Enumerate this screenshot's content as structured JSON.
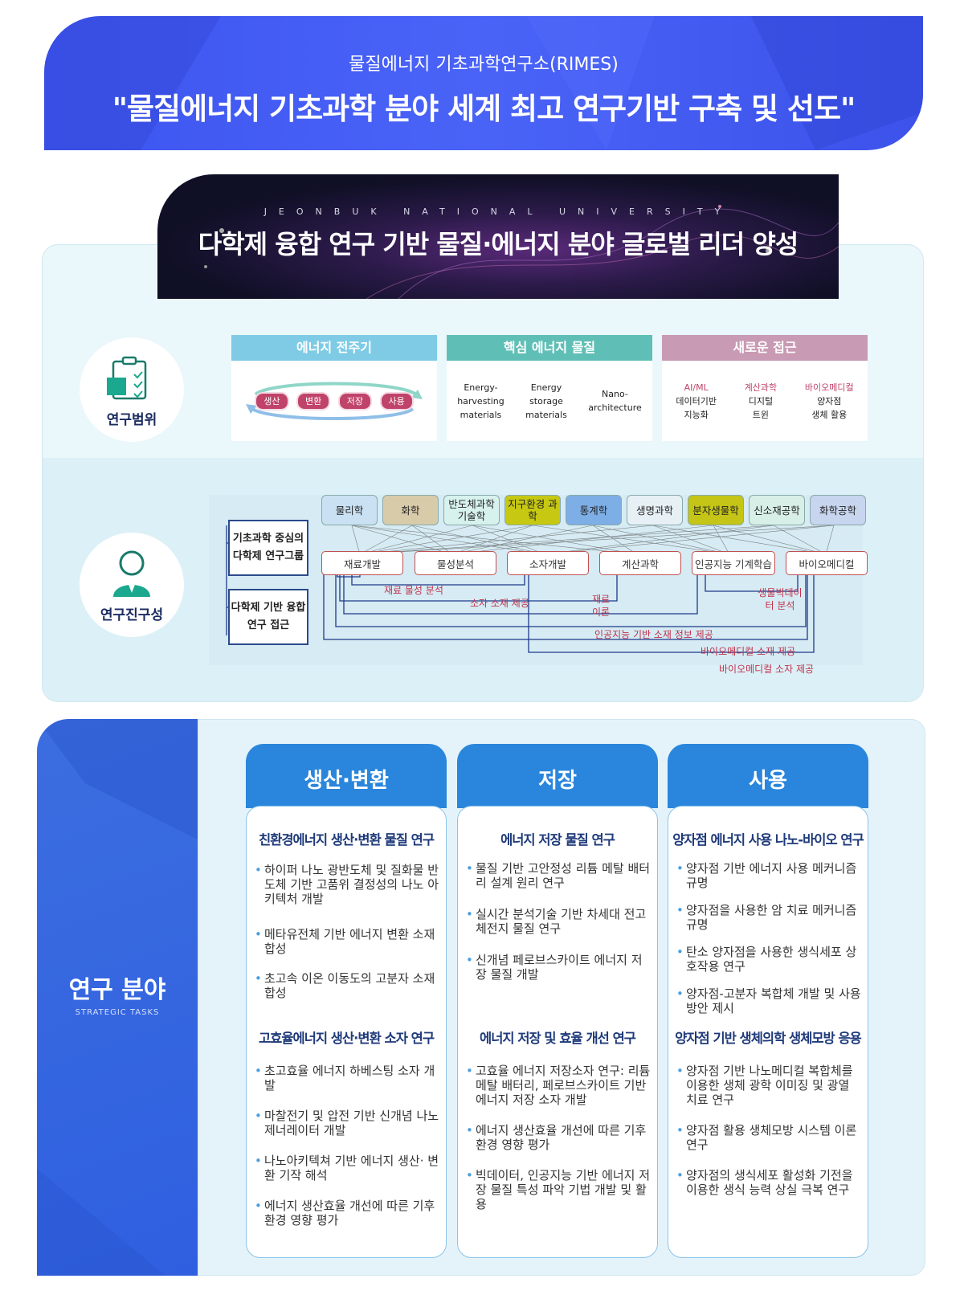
{
  "hero": {
    "subtitle": "물질에너지 기초과학연구소(RIMES)",
    "title": "\"물질에너지 기초과학 분야 세계 최고 연구기반 구축 및 선도\""
  },
  "banner": {
    "tag": "JEONBUK NATIONAL UNIVERSITY",
    "title": "다학제 융합 연구 기반 물질·에너지 분야 글로벌 리더 양성"
  },
  "scope": {
    "label": "연구범위",
    "categories": [
      {
        "title": "에너지 전주기",
        "color": "#7fcbe6",
        "pills": [
          "생산",
          "변환",
          "저장",
          "사용"
        ]
      },
      {
        "title": "핵심 에너지 물질",
        "color": "#5fbfb6",
        "items": [
          [
            "Energy-",
            "harvesting",
            "materials"
          ],
          [
            "Energy",
            "storage",
            "materials"
          ],
          [
            "Nano-",
            "architecture"
          ]
        ]
      },
      {
        "title": "새로운 접근",
        "color": "#c99ab4",
        "items": [
          [
            "AI/ML",
            "데이터기반",
            "지능화"
          ],
          [
            "계산과학",
            "디지털",
            "트윈"
          ],
          [
            "바이오메디컬",
            "양자점",
            "생체 활용"
          ]
        ]
      }
    ]
  },
  "structure": {
    "label": "연구진구성",
    "groups": [
      "기초과학 중심의 다학제 연구그룹",
      "다학제 기반 융합연구 접근"
    ],
    "disciplines": [
      {
        "label": "물리학",
        "color": "#c9e1f2"
      },
      {
        "label": "화학",
        "color": "#d8cbaa"
      },
      {
        "label": "반도체과학 기술학",
        "color": "#d7f1ec"
      },
      {
        "label": "지구환경 과학",
        "color": "#c6c811"
      },
      {
        "label": "통계학",
        "color": "#7eaee6"
      },
      {
        "label": "생명과학",
        "color": "#e6f0f5"
      },
      {
        "label": "분자생물학",
        "color": "#c4c516"
      },
      {
        "label": "신소재공학",
        "color": "#d7efe6"
      },
      {
        "label": "화학공학",
        "color": "#c7d5ef"
      }
    ],
    "roles": [
      "재료개발",
      "물성분석",
      "소자개발",
      "계산과학",
      "인공지능 기계학습",
      "바이오메디컬"
    ],
    "flows": [
      "재료 물성 분석",
      "소자 소재 제공",
      "재료 이론",
      "생물빅데이터 분석",
      "인공지능 기반 소재 정보 제공",
      "바이오메디컬 소재 제공",
      "바이오메디컬 소자 제공"
    ]
  },
  "tasks": {
    "title": "연구 분야",
    "subtitle": "STRATEGIC TASKS",
    "columns": [
      {
        "title": "생산·변환",
        "sections": [
          {
            "heading": "친환경에너지 생산·변환 물질 연구",
            "items": [
              "하이퍼 나노 광반도체 및 질화물 반도체 기반 고품위 결정성의 나노 아키텍처 개발",
              "메타유전체 기반 에너지 변환 소재 합성",
              "초고속 이온 이동도의 고분자 소재 합성"
            ]
          },
          {
            "heading": "고효율에너지 생산·변환 소자 연구",
            "items": [
              "초고효율 에너지 하베스팅 소자 개발",
              "마찰전기 및 압전 기반 신개념 나노제너레이터 개발",
              "나노아키텍쳐 기반 에너지 생산· 변환 기작 해석",
              "에너지 생산효율 개선에 따른 기후환경 영향 평가"
            ]
          }
        ]
      },
      {
        "title": "저장",
        "sections": [
          {
            "heading": "에너지 저장 물질 연구",
            "items": [
              "물질 기반 고안정성 리튬 메탈 배터리 설계 원리 연구",
              "실시간 분석기술 기반 차세대 전고체전지 물질 연구",
              "신개념 페로브스카이트 에너지 저장 물질 개발"
            ]
          },
          {
            "heading": "에너지 저장 및 효율 개선 연구",
            "items": [
              "고효율 에너지 저장소자 연구: 리튬 메탈 배터리, 페로브스카이트 기반 에너지 저장 소자 개발",
              "에너지 생산효율 개선에 따른 기후환경 영향 평가",
              "빅데이터, 인공지능 기반 에너지 저장 물질 특성 파악 기법 개발 및 활용"
            ]
          }
        ]
      },
      {
        "title": "사용",
        "sections": [
          {
            "heading": "양자점 에너지 사용 나노-바이오 연구",
            "items": [
              "양자점 기반 에너지 사용 메커니즘 규명",
              "양자점을 사용한 암 치료 메커니즘 규명",
              "탄소 양자점을 사용한 생식세포 상호작용 연구",
              "양자점-고분자 복합체 개발 및 사용 방안 제시"
            ]
          },
          {
            "heading": "양자점 기반 생체의학 생체모방 응용",
            "items": [
              "양자점 기반 나노메디컬 복합체를 이용한 생체 광학 이미징 및 광열 치료 연구",
              "양자점 활용 생체모방 시스템 이론 연구",
              "양자점의 생식세포 활성화 기전을 이용한 생식 능력 상실 극복 연구"
            ]
          }
        ]
      }
    ]
  }
}
